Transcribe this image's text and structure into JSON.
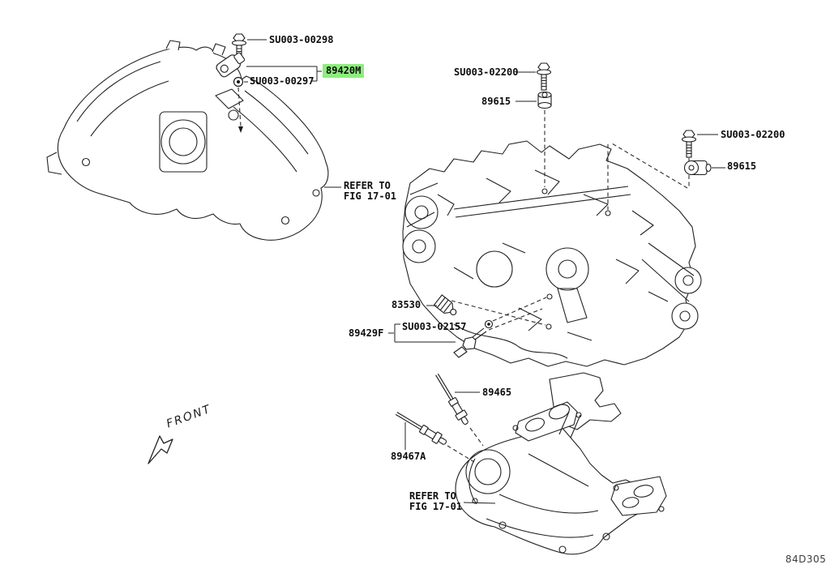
{
  "drawing_code": "84D305",
  "front_indicator": "FRONT",
  "styles": {
    "highlight": "background:#8cee7c"
  },
  "callouts": {
    "cam_sensor_bolt": "SU003-00298",
    "cam_sensor": "89420M",
    "cam_sensor_oring": "SU003-00297",
    "knock_bolt_left": "SU003-02200",
    "knock_sensor_left": "89615",
    "knock_bolt_right": "SU003-02200",
    "knock_sensor_right": "89615",
    "oil_pressure_switch": "83530",
    "water_temp_sensor": "89429F",
    "temp_sensor_sub": "SU003-02157",
    "o2_sensor_front": "89465",
    "o2_sensor_rear": "89467A"
  },
  "notes": {
    "intake": {
      "line1": "REFER TO",
      "line2": "FIG 17-01"
    },
    "exhaust": {
      "line1": "REFER TO",
      "line2": "FIG 17-01"
    }
  }
}
